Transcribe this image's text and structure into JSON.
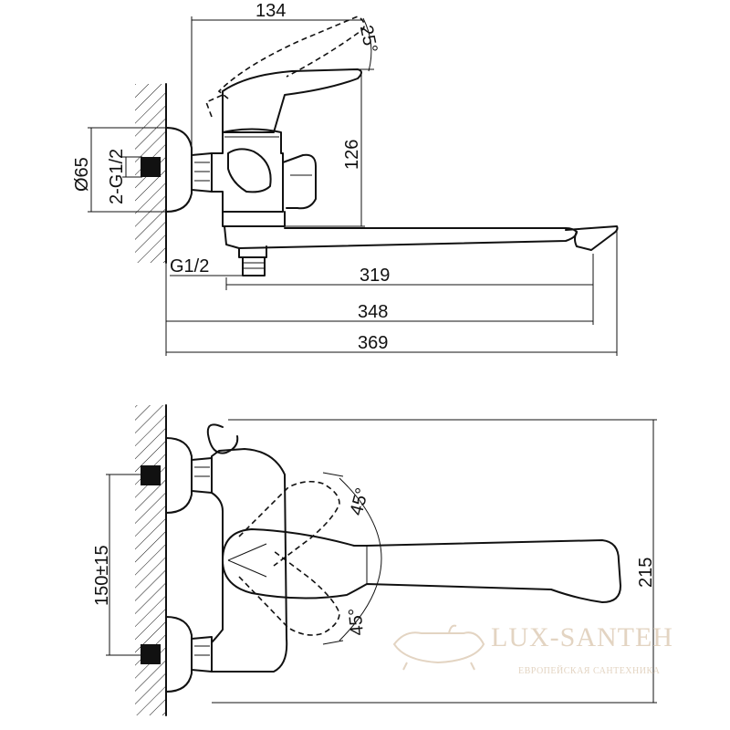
{
  "top_view": {
    "dim_width_top": "134",
    "dim_angle_handle": "25°",
    "dim_height": "126",
    "dim_diameter": "Ø65",
    "dim_thread_inlets": "2-G1/2",
    "dim_thread_outlet": "G1/2",
    "dim_spout_length": "319",
    "dim_reach": "348",
    "dim_total_length": "369"
  },
  "bottom_view": {
    "dim_angle_upper": "45°",
    "dim_angle_lower": "45°",
    "dim_center_distance": "150±15",
    "dim_depth": "215"
  },
  "watermark": {
    "brand": "LUX-SANTEH",
    "tagline": "ЕВРОПЕЙСКАЯ САНТЕХНИКА"
  },
  "colors": {
    "line": "#111111",
    "watermark": "#e3d4c2"
  }
}
